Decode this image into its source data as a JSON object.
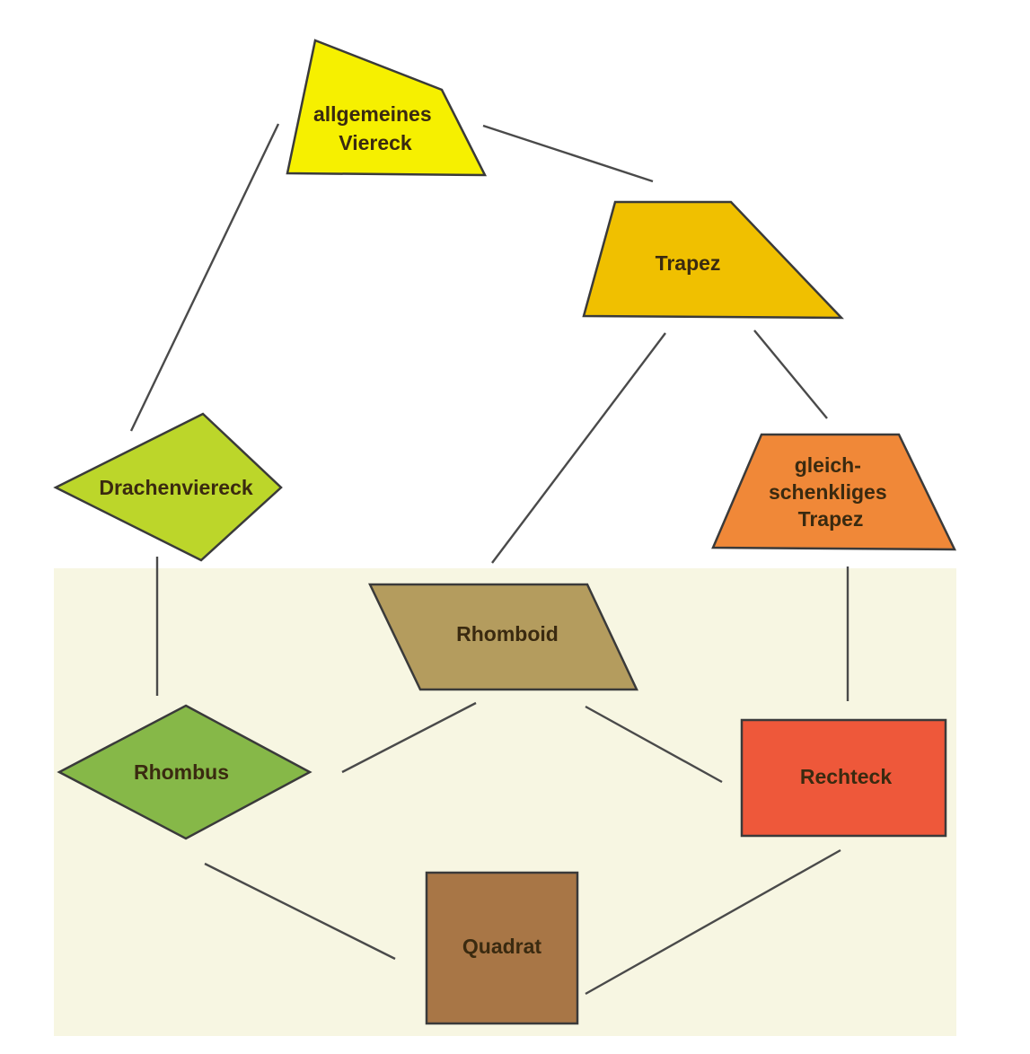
{
  "nodes": {
    "allgemeines_viereck": {
      "lines": [
        "allgemeines",
        "Viereck"
      ],
      "color": "#f6f000"
    },
    "trapez": {
      "lines": [
        "Trapez"
      ],
      "color": "#f0c000"
    },
    "drachenviereck": {
      "lines": [
        "Drachenviereck"
      ],
      "color": "#bcd62a"
    },
    "gleichschenkliges_trapez": {
      "lines": [
        "gleich-",
        "schenkliges",
        "Trapez"
      ],
      "color": "#f08838"
    },
    "rhomboid": {
      "lines": [
        "Rhomboid"
      ],
      "color": "#b49c5e"
    },
    "rhombus": {
      "lines": [
        "Rhombus"
      ],
      "color": "#86b848"
    },
    "rechteck": {
      "lines": [
        "Rechteck"
      ],
      "color": "#ee583a"
    },
    "quadrat": {
      "lines": [
        "Quadrat"
      ],
      "color": "#a87646"
    }
  },
  "edges": [
    [
      "allgemeines_viereck",
      "trapez"
    ],
    [
      "allgemeines_viereck",
      "drachenviereck"
    ],
    [
      "trapez",
      "rhomboid"
    ],
    [
      "trapez",
      "gleichschenkliges_trapez"
    ],
    [
      "drachenviereck",
      "rhombus"
    ],
    [
      "gleichschenkliges_trapez",
      "rechteck"
    ],
    [
      "rhomboid",
      "rhombus"
    ],
    [
      "rhomboid",
      "rechteck"
    ],
    [
      "rhombus",
      "quadrat"
    ],
    [
      "rechteck",
      "quadrat"
    ]
  ],
  "background": {
    "page": "#ffffff",
    "lower_panel": "#f7f6e2"
  }
}
